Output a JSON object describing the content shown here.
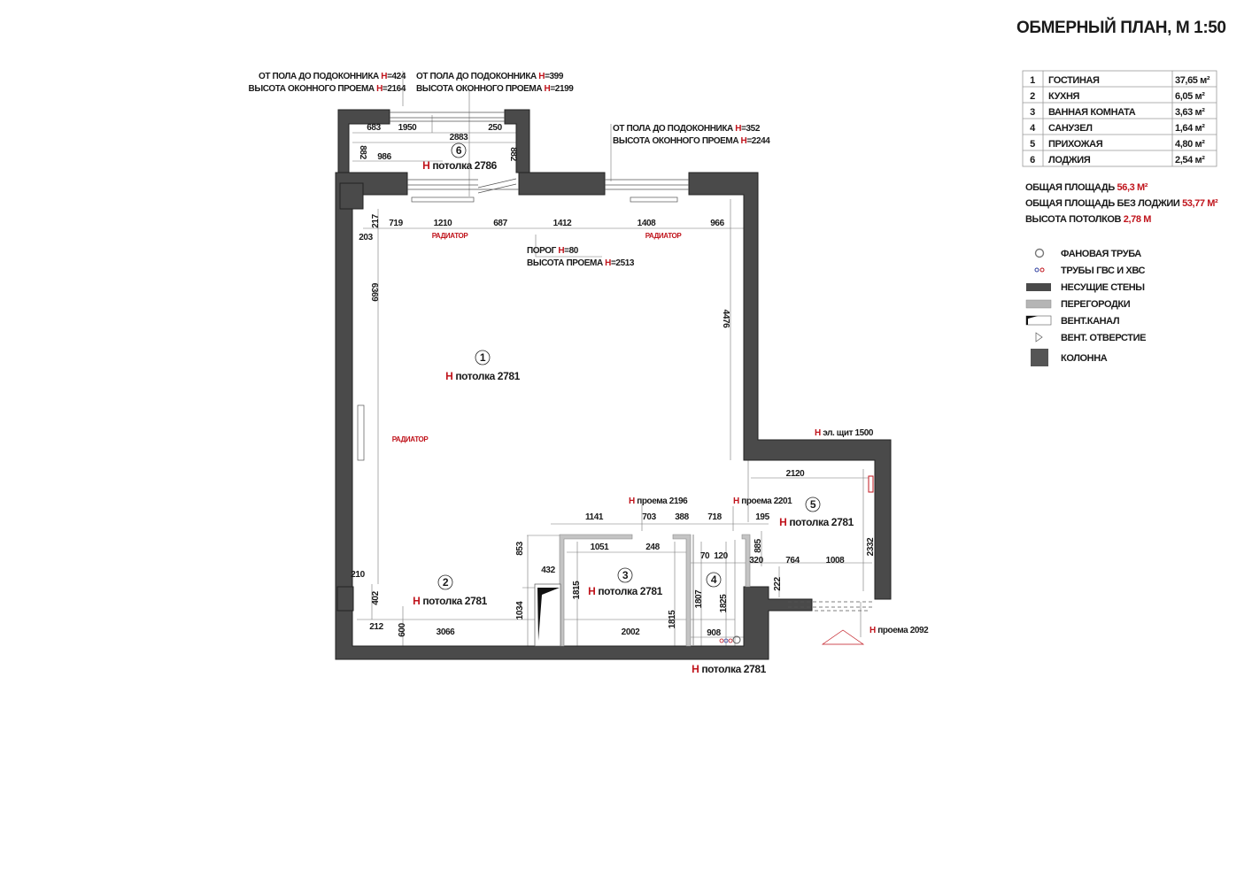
{
  "title": "ОБМЕРНЫЙ ПЛАН, М 1:50",
  "rooms_table": [
    {
      "num": "1",
      "name": "ГОСТИНАЯ",
      "area": "37,65 м²"
    },
    {
      "num": "2",
      "name": "КУХНЯ",
      "area": "6,05 м²"
    },
    {
      "num": "3",
      "name": "ВАННАЯ КОМНАТА",
      "area": "3,63 м²"
    },
    {
      "num": "4",
      "name": "САНУЗЕЛ",
      "area": "1,64 м²"
    },
    {
      "num": "5",
      "name": "ПРИХОЖАЯ",
      "area": "4,80 м²"
    },
    {
      "num": "6",
      "name": "ЛОДЖИЯ",
      "area": "2,54 м²"
    }
  ],
  "summary": [
    {
      "label": "ОБЩАЯ ПЛОЩАДЬ ",
      "value": "56,3 М²"
    },
    {
      "label": "ОБЩАЯ ПЛОЩАДЬ БЕЗ ЛОДЖИИ ",
      "value": "53,77 М²"
    },
    {
      "label": "ВЫСОТА ПОТОЛКОВ ",
      "value": "2,78 М"
    }
  ],
  "legend": [
    {
      "icon": "sewer-pipe-icon",
      "label": "ФАНОВАЯ ТРУБА"
    },
    {
      "icon": "water-pipes-icon",
      "label": "ТРУБЫ ГВС И ХВС"
    },
    {
      "icon": "load-bearing-wall-icon",
      "label": "НЕСУЩИЕ СТЕНЫ"
    },
    {
      "icon": "partition-icon",
      "label": "ПЕРЕГОРОДКИ"
    },
    {
      "icon": "vent-channel-icon",
      "label": "ВЕНТ.КАНАЛ"
    },
    {
      "icon": "vent-hole-icon",
      "label": "ВЕНТ. ОТВЕРСТИЕ"
    },
    {
      "icon": "column-icon",
      "label": "КОЛОННА"
    }
  ],
  "colors": {
    "wall": "#4a4a4a",
    "partition": "#c4c4c4",
    "accent": "#c0141c"
  },
  "h": "Н",
  "annotations": {
    "win1_sill": "ОТ ПОЛА ДО ПОДОКОННИКА ",
    "win1_sill_val": "=424",
    "win1_height": "ВЫСОТА ОКОННОГО ПРОЕМА ",
    "win1_height_val": "=2164",
    "win2_sill": "ОТ ПОЛА ДО ПОДОКОННИКА ",
    "win2_sill_val": "=399",
    "win2_height": "ВЫСОТА ОКОННОГО ПРОЕМА ",
    "win2_height_val": "=2199",
    "win3_sill": "ОТ ПОЛА ДО ПОДОКОННИКА ",
    "win3_sill_val": "=352",
    "win3_height": "ВЫСОТА ОКОННОГО ПРОЕМА ",
    "win3_height_val": "=2244",
    "door_threshold": "ПОРОГ ",
    "door_threshold_val": "=80",
    "door_height": "ВЫСОТА ПРОЕМА ",
    "door_height_val": "=2513",
    "radiator": "РАДИАТОР",
    "opening_2196": " проема 2196",
    "opening_2201": " проема 2201",
    "opening_2092": " проема 2092",
    "panel_1500": " эл. щит 1500"
  },
  "room_labels": [
    {
      "num": "1",
      "ceiling": " потолка 2781"
    },
    {
      "num": "2",
      "ceiling": " потолка 2781"
    },
    {
      "num": "3",
      "ceiling": " потолка 2781"
    },
    {
      "num": "4",
      "ceiling": " потолка 2781"
    },
    {
      "num": "5",
      "ceiling": " потолка 2781"
    },
    {
      "num": "6",
      "ceiling": " потолка 2786"
    }
  ],
  "ceiling_bath_corridor": " потолка 2781",
  "dims": [
    "683",
    "1950",
    "250",
    "2883",
    "882",
    "986",
    "882",
    "217",
    "719",
    "1210",
    "687",
    "1412",
    "1408",
    "966",
    "203",
    "6369",
    "4476",
    "2120",
    "2332",
    "1141",
    "703",
    "388",
    "718",
    "195",
    "853",
    "1051",
    "248",
    "70",
    "120",
    "885",
    "320",
    "764",
    "1008",
    "432",
    "222",
    "210",
    "402",
    "1815",
    "1815",
    "1807",
    "1825",
    "1034",
    "212",
    "600",
    "3066",
    "2002",
    "908"
  ]
}
